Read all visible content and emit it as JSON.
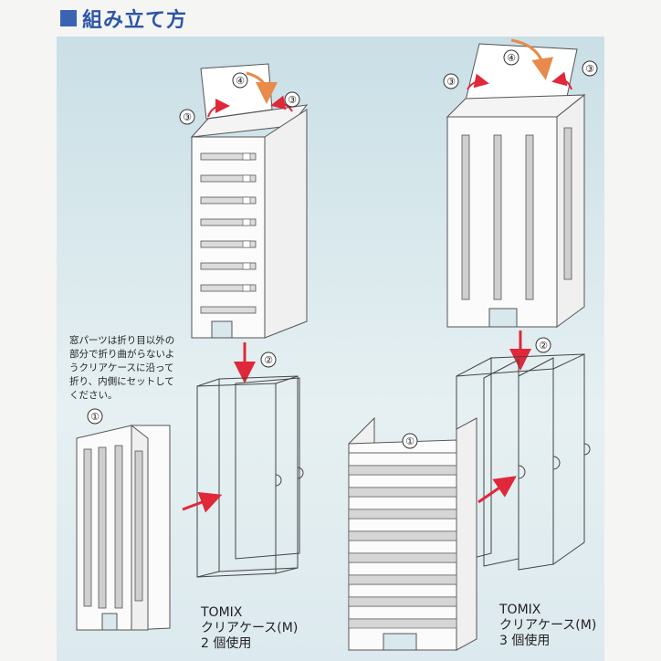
{
  "heading": {
    "title": "組み立て方"
  },
  "note_lines": [
    "窓パーツは折り目以外の",
    "部分で折り曲がらないよ",
    "うクリアケースに沿って",
    "折り、内側にセットして",
    "ください。"
  ],
  "left_caption": [
    "TOMIX",
    "クリアケース(M)",
    "2 個使用"
  ],
  "right_caption": [
    "TOMIX",
    "クリアケース(M)",
    "3 個使用"
  ],
  "steps": {
    "s1": "①",
    "s2": "②",
    "s3": "③",
    "s4": "④"
  },
  "colors": {
    "accent": "#2c55a8",
    "arrow": "#e0283a",
    "orange_arrow": "#e88a4a",
    "panel_bg": "#d6e6ea"
  }
}
